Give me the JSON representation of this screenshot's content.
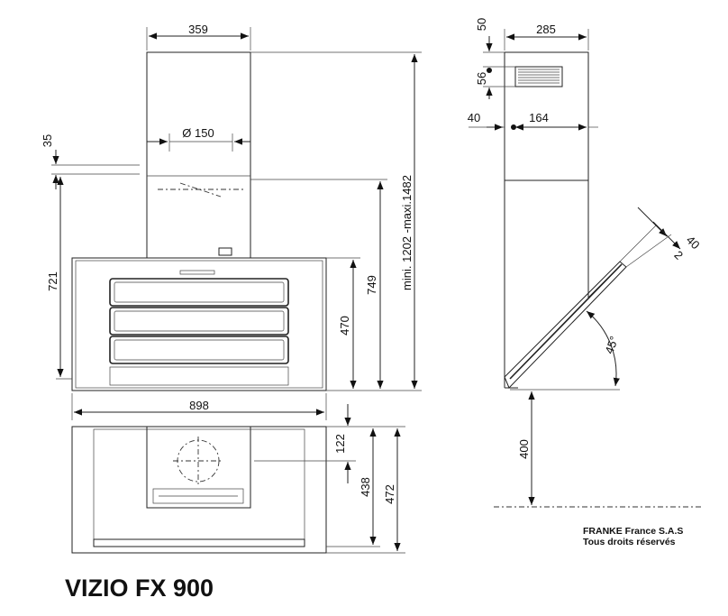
{
  "model_title": "VIZIO FX 900",
  "copyright": {
    "line1": "FRANKE France S.A.S",
    "line2": "Tous droits réservés"
  },
  "front_view": {
    "chimney_width": "359",
    "duct_diameter": "Ø 150",
    "offset_35": "35",
    "height_721": "721",
    "height_749": "749",
    "height_470": "470",
    "total_height": "mini. 1202 -maxi.1482",
    "width_898": "898"
  },
  "top_view": {
    "depth_122": "122",
    "depth_438": "438",
    "depth_472": "472"
  },
  "side_view": {
    "dim_50": "50",
    "dim_285": "285",
    "dim_56": "56",
    "dim_40_left": "40",
    "dim_164": "164",
    "dim_40_tilt": "40",
    "dim_2": "2",
    "angle": "45°",
    "height_400": "400"
  }
}
